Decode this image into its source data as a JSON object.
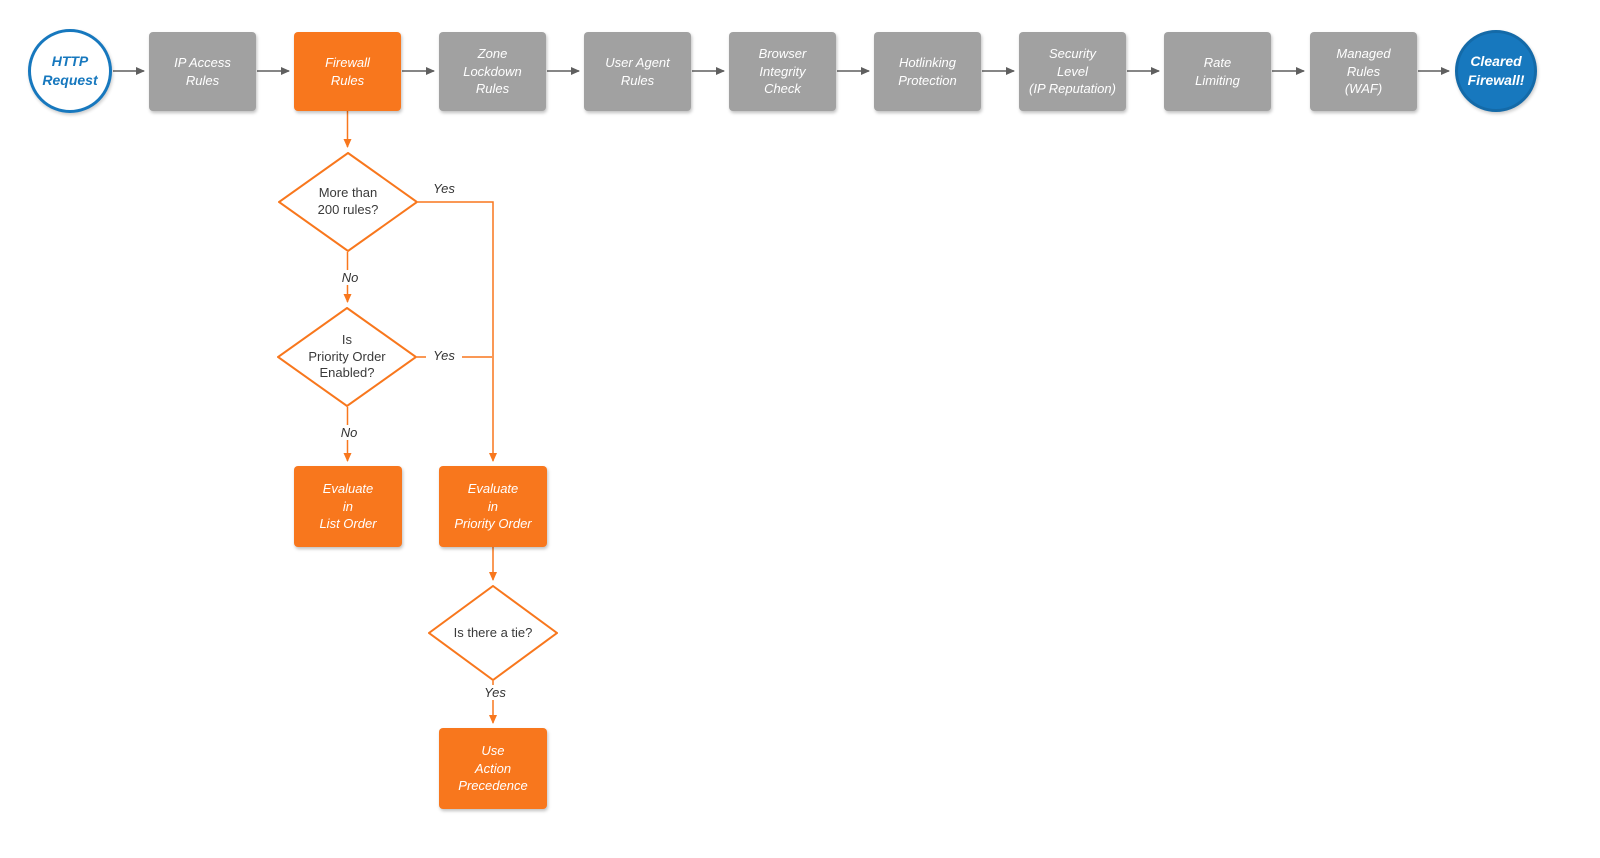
{
  "colors": {
    "orange": "#f8771d",
    "gray": "#a1a1a1",
    "blue": "#1778be",
    "arrow_gray": "#5f5f5f",
    "diamond_text": "#3a3a3a"
  },
  "start": {
    "label": "HTTP\nRequest"
  },
  "steps": [
    {
      "label": "IP Access\nRules",
      "state": "gray"
    },
    {
      "label": "Firewall\nRules",
      "state": "orange"
    },
    {
      "label": "Zone\nLockdown\nRules",
      "state": "gray"
    },
    {
      "label": "User Agent\nRules",
      "state": "gray"
    },
    {
      "label": "Browser\nIntegrity\nCheck",
      "state": "gray"
    },
    {
      "label": "Hotlinking\nProtection",
      "state": "gray"
    },
    {
      "label": "Security\nLevel\n(IP Reputation)",
      "state": "gray"
    },
    {
      "label": "Rate\nLimiting",
      "state": "gray"
    },
    {
      "label": "Managed\nRules\n(WAF)",
      "state": "gray"
    }
  ],
  "end": {
    "label": "Cleared\nFirewall!"
  },
  "decisions": {
    "more_than_200": "More than\n200 rules?",
    "priority_enabled": "Is\nPriority Order\nEnabled?",
    "tie": "Is there a tie?"
  },
  "actions": {
    "list_order": "Evaluate\nin\nList Order",
    "priority_order": "Evaluate\nin\nPriority Order",
    "action_precedence": "Use\nAction\nPrecedence"
  },
  "edge_labels": {
    "yes_200": "Yes",
    "no_200": "No",
    "yes_priority": "Yes",
    "no_priority": "No",
    "yes_tie": "Yes"
  }
}
